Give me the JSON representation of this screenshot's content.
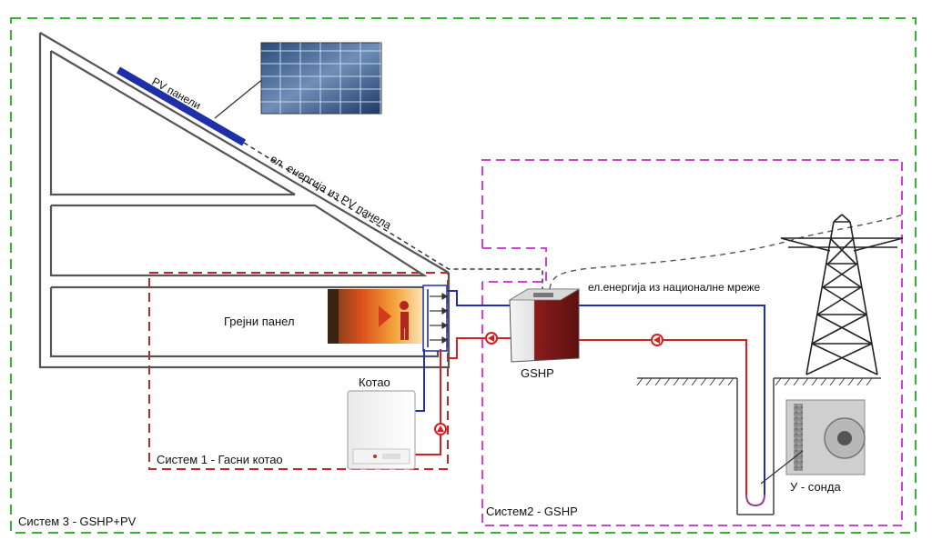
{
  "labels": {
    "pv_panels": "PV панели",
    "pv_energy": "ел. енергија из PV панела",
    "grid_energy": "ел.енергија из националне мреже",
    "heating_panel": "Грејни панел",
    "boiler": "Котао",
    "gshp": "GSHP",
    "u_probe": "У - сонда",
    "system1": "Систем 1 -  Гасни котао",
    "system2": "Систем2 - GSHP",
    "system3": "Систем 3 - GSHP+PV"
  },
  "colors": {
    "system3_border": "#2db82d",
    "system2_border": "#d63fd6",
    "system1_border": "#c0282a",
    "supply_pipe": "#d42020",
    "return_pipe": "#1e2fb0",
    "pv_panel": "#1f2fa8",
    "heat_pump": "#8a1c1c"
  }
}
